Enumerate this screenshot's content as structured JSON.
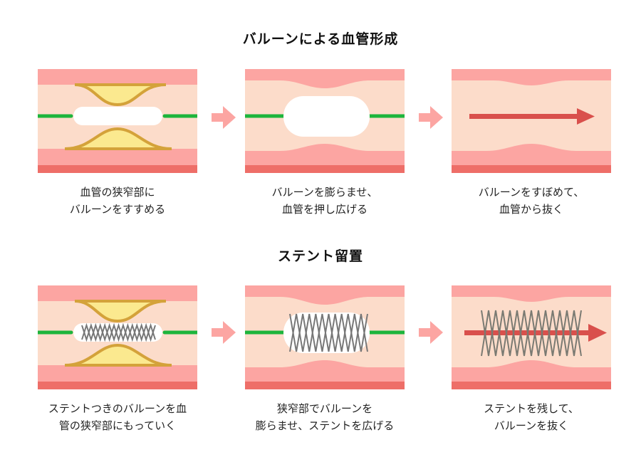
{
  "sections": [
    {
      "title": "バルーンによる血管形成",
      "steps": [
        {
          "caption": [
            "血管の狭窄部に",
            "バルーンをすすめる"
          ]
        },
        {
          "caption": [
            "バルーンを膨らませ、",
            "血管を押し広げる"
          ]
        },
        {
          "caption": [
            "バルーンをすぼめて、",
            "血管から抜く"
          ]
        }
      ]
    },
    {
      "title": "ステント留置",
      "steps": [
        {
          "caption": [
            "ステントつきのバルーンを血",
            "管の狭窄部にもっていく"
          ]
        },
        {
          "caption": [
            "狭窄部でバルーンを",
            "膨らませ、ステントを広げる"
          ]
        },
        {
          "caption": [
            "ステントを残して、",
            "バルーンを抜く"
          ]
        }
      ]
    }
  ],
  "colors": {
    "vessel_wall": "#fca5a2",
    "vessel_wall_dark": "#ee6e68",
    "lumen": "#fcdcca",
    "plaque": "#fbe98f",
    "plaque_outline": "#d4a23a",
    "guidewire": "#1db53c",
    "balloon": "#ffffff",
    "stent": "#777777",
    "withdraw_arrow": "#d9504c",
    "step_arrow": "#fca5a2"
  }
}
